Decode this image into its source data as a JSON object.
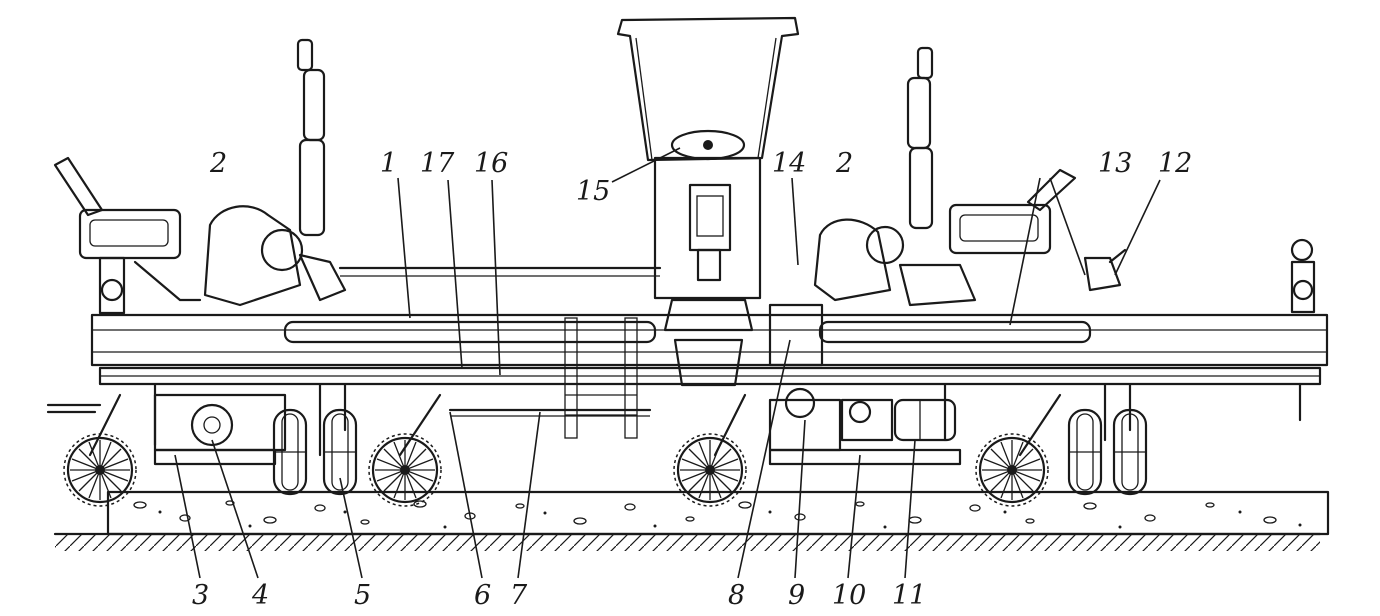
{
  "figure": {
    "callouts": [
      {
        "id": "c1",
        "label": "1"
      },
      {
        "id": "c2a",
        "label": "2"
      },
      {
        "id": "c2b",
        "label": "2"
      },
      {
        "id": "c3",
        "label": "3"
      },
      {
        "id": "c4",
        "label": "4"
      },
      {
        "id": "c5",
        "label": "5"
      },
      {
        "id": "c6",
        "label": "6"
      },
      {
        "id": "c7",
        "label": "7"
      },
      {
        "id": "c8",
        "label": "8"
      },
      {
        "id": "c9",
        "label": "9"
      },
      {
        "id": "c10",
        "label": "10"
      },
      {
        "id": "c11",
        "label": "11"
      },
      {
        "id": "c12",
        "label": "12"
      },
      {
        "id": "c13",
        "label": "13"
      },
      {
        "id": "c14",
        "label": "14"
      },
      {
        "id": "c15",
        "label": "15"
      },
      {
        "id": "c16",
        "label": "16"
      },
      {
        "id": "c17",
        "label": "17"
      }
    ]
  }
}
